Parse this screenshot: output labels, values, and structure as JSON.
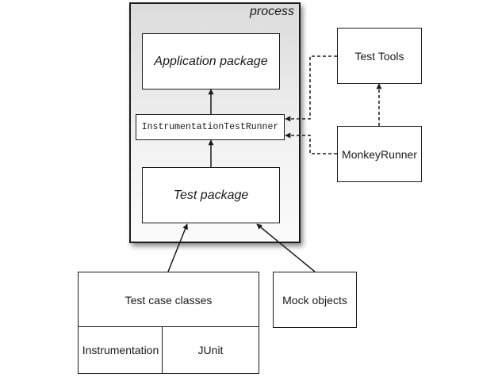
{
  "process": {
    "label": "process",
    "application_package": "Application package",
    "runner": "InstrumentationTestRunner",
    "test_package": "Test package"
  },
  "external": {
    "test_tools": "Test Tools",
    "monkey_runner": "MonkeyRunner"
  },
  "bottom": {
    "test_case_classes": "Test case classes",
    "instrumentation": "Instrumentation",
    "junit": "JUnit",
    "mock_objects": "Mock objects"
  },
  "connections": [
    {
      "from": "runner",
      "to": "application_package",
      "style": "solid"
    },
    {
      "from": "test_package",
      "to": "runner",
      "style": "solid"
    },
    {
      "from": "test_tools",
      "to": "runner",
      "style": "dashed"
    },
    {
      "from": "monkey_runner",
      "to": "runner",
      "style": "dashed"
    },
    {
      "from": "monkey_runner",
      "to": "test_tools",
      "style": "dashed"
    },
    {
      "from": "test_case_classes",
      "to": "test_package",
      "style": "solid"
    },
    {
      "from": "mock_objects",
      "to": "test_package",
      "style": "solid"
    }
  ]
}
